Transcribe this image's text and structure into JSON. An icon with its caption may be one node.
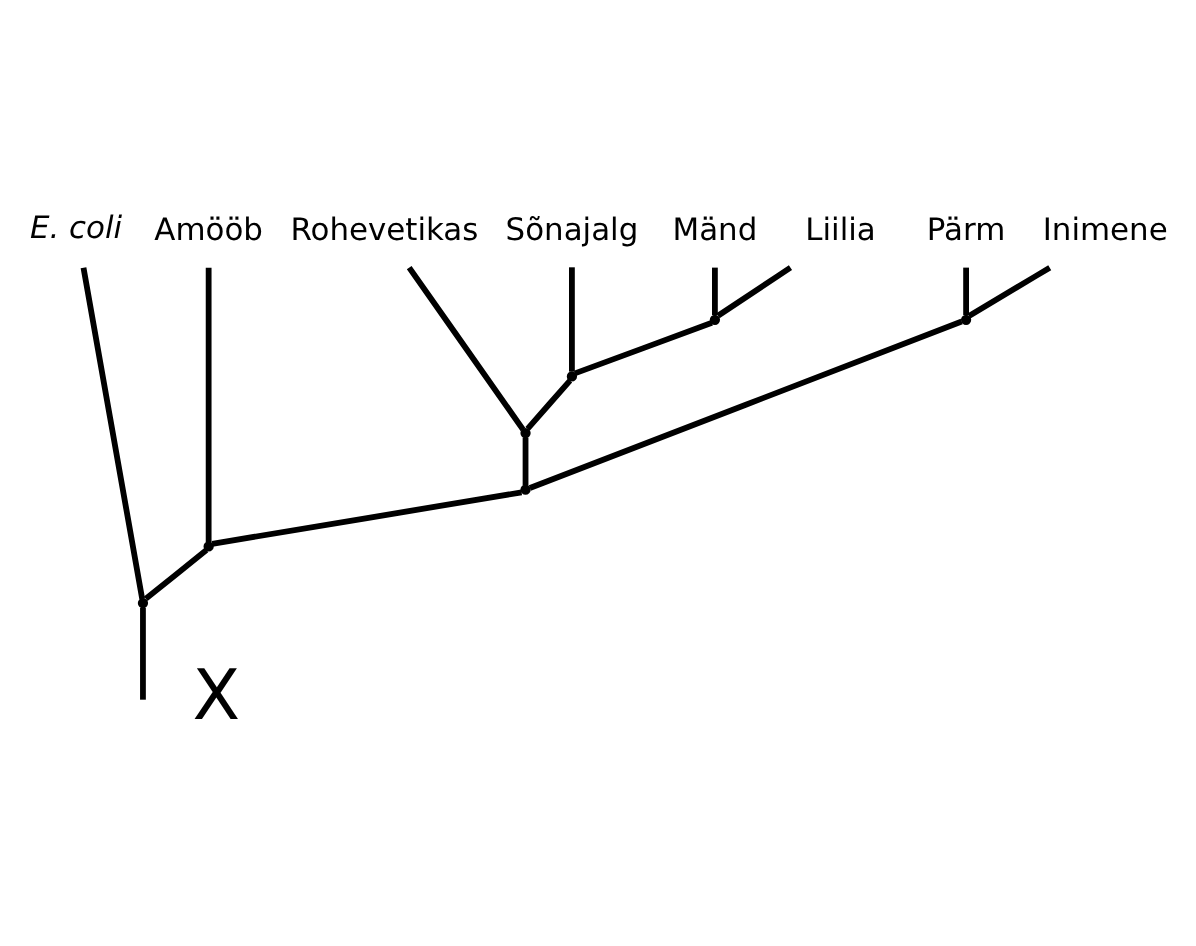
{
  "diagram": {
    "nodes": [
      {
        "text": [
          "Rohevetikas"
        ]
      },
      {
        "text": [
          "Mänd"
        ]
      },
      {
        "text": [
          "Liilia"
        ]
      },
      {
        "text": [
          "Sõnajalg"
        ]
      },
      {
        "text": [
          "Pärm"
        ]
      },
      {
        "text": [
          "Inimene"
        ]
      },
      {
        "text": [
          "Amööb"
        ]
      },
      {
        "text": [
          "E. coli"
        ]
      },
      {
        "text": [],
        "shape": "point"
      },
      {
        "text": [],
        "shape": "point"
      },
      {
        "text": [],
        "shape": "point"
      },
      {
        "text": [],
        "shape": "point"
      },
      {
        "text": [],
        "shape": "point"
      },
      {
        "text": [],
        "shape": "point"
      },
      {
        "text": [],
        "shape": "point"
      }
    ],
    "edges": [
      {
        "from": 8,
        "to": 1,
        "arrow": "none"
      },
      {
        "from": 8,
        "to": 2,
        "arrow": "none"
      },
      {
        "from": 9,
        "to": 8,
        "arrow": "none"
      },
      {
        "from": 9,
        "to": 3,
        "arrow": "none"
      },
      {
        "from": 10,
        "to": 0,
        "arrow": "none"
      },
      {
        "from": 10,
        "to": 9,
        "arrow": "none"
      },
      {
        "from": 11,
        "to": 4,
        "arrow": "none"
      },
      {
        "from": 11,
        "to": 5,
        "arrow": "none"
      },
      {
        "from": 12,
        "to": 10,
        "arrow": "none"
      },
      {
        "from": 12,
        "to": 11,
        "arrow": "none"
      },
      {
        "from": 13,
        "to": 12,
        "arrow": "none"
      },
      {
        "from": 13,
        "to": 6,
        "arrow": "none"
      },
      {
        "from": 14,
        "to": 13,
        "arrow": "none"
      },
      {
        "from": 14,
        "to": 7,
        "arrow": "none"
      },
      {
        "from": null,
        "to": 14,
        "arrow": "none"
      }
    ],
    "labels": [
      "X"
    ]
  }
}
